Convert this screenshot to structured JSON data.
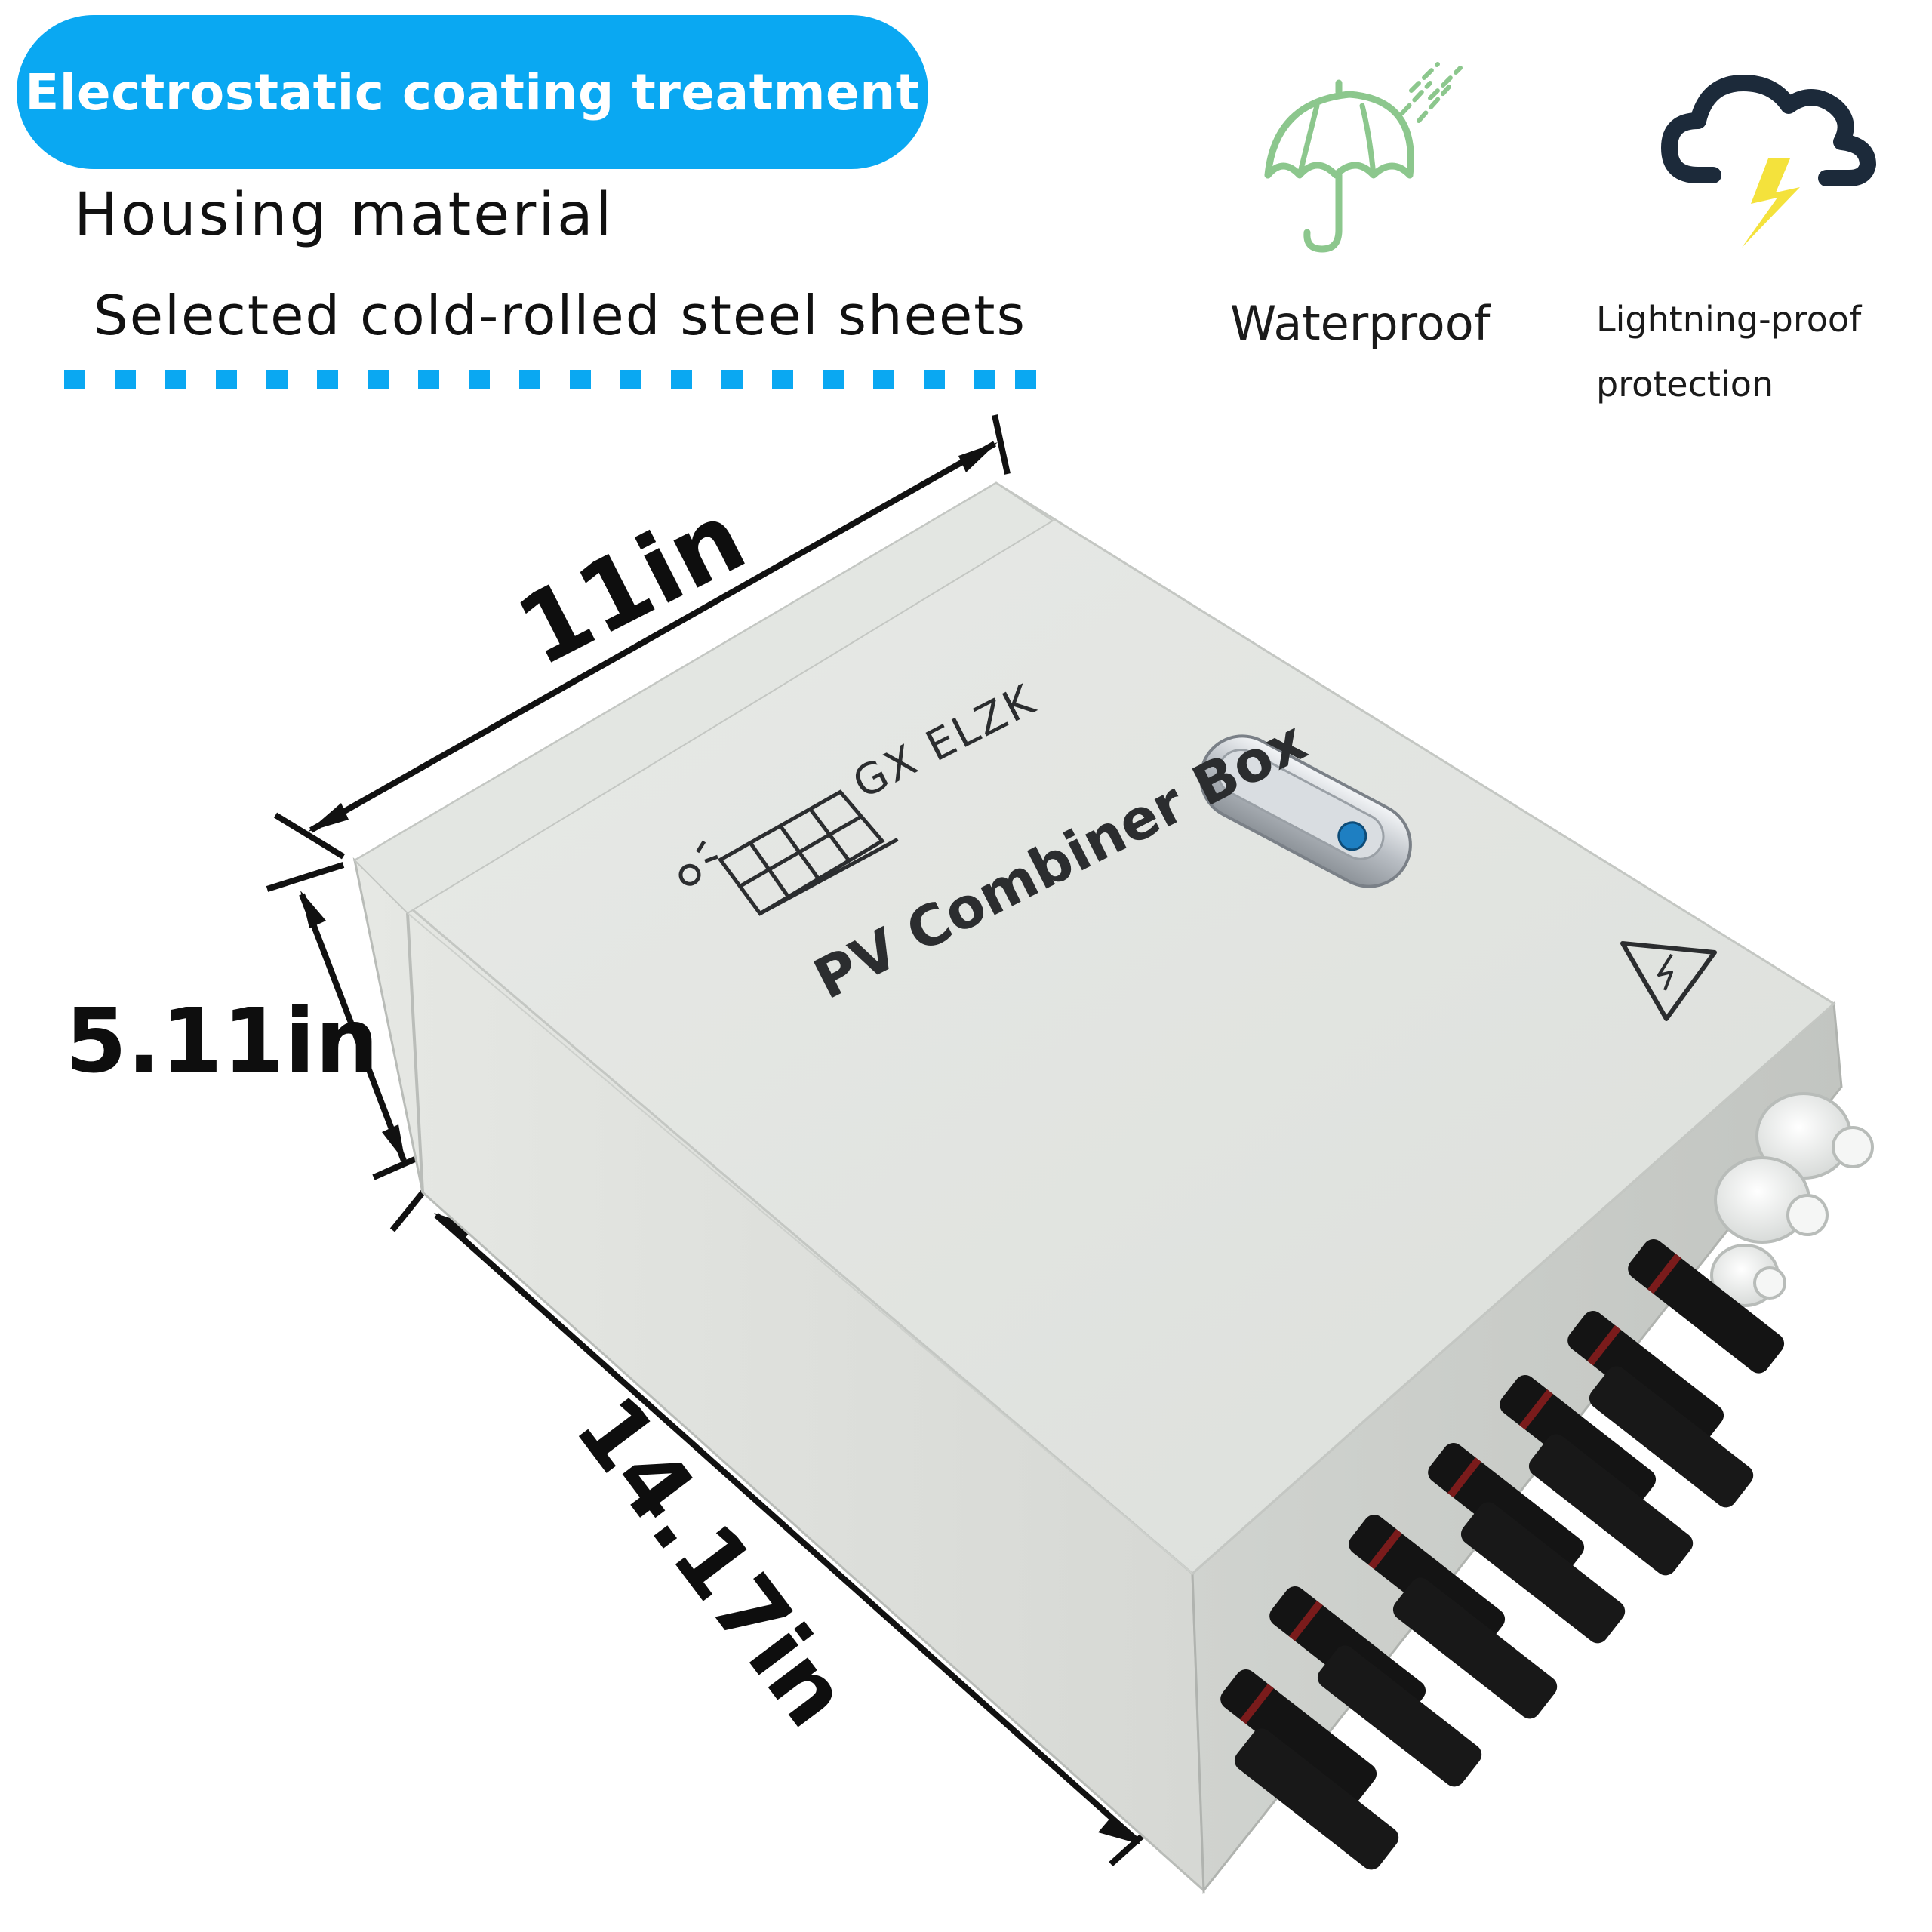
{
  "header": {
    "badge_text": "Electrostatic coating treatment",
    "line1": "Housing material",
    "line2": "Selected cold-rolled steel sheets"
  },
  "features": [
    {
      "icon": "umbrella-rain-icon",
      "label": "Waterproof"
    },
    {
      "icon": "cloud-lightning-icon",
      "label_lines": [
        "Lightning-proof",
        "protection"
      ]
    }
  ],
  "dimensions": {
    "width": "11in",
    "height": "5.11in",
    "length": "14.17in"
  },
  "product": {
    "brand": "GX ELZK",
    "name": "PV Combiner Box"
  },
  "colors": {
    "accent_blue": "#0aa8f2",
    "housing": "#e1e4e1",
    "icon_green": "#8cc78d",
    "icon_yellow": "#f4e23c",
    "icon_dark": "#1c2a3a"
  }
}
